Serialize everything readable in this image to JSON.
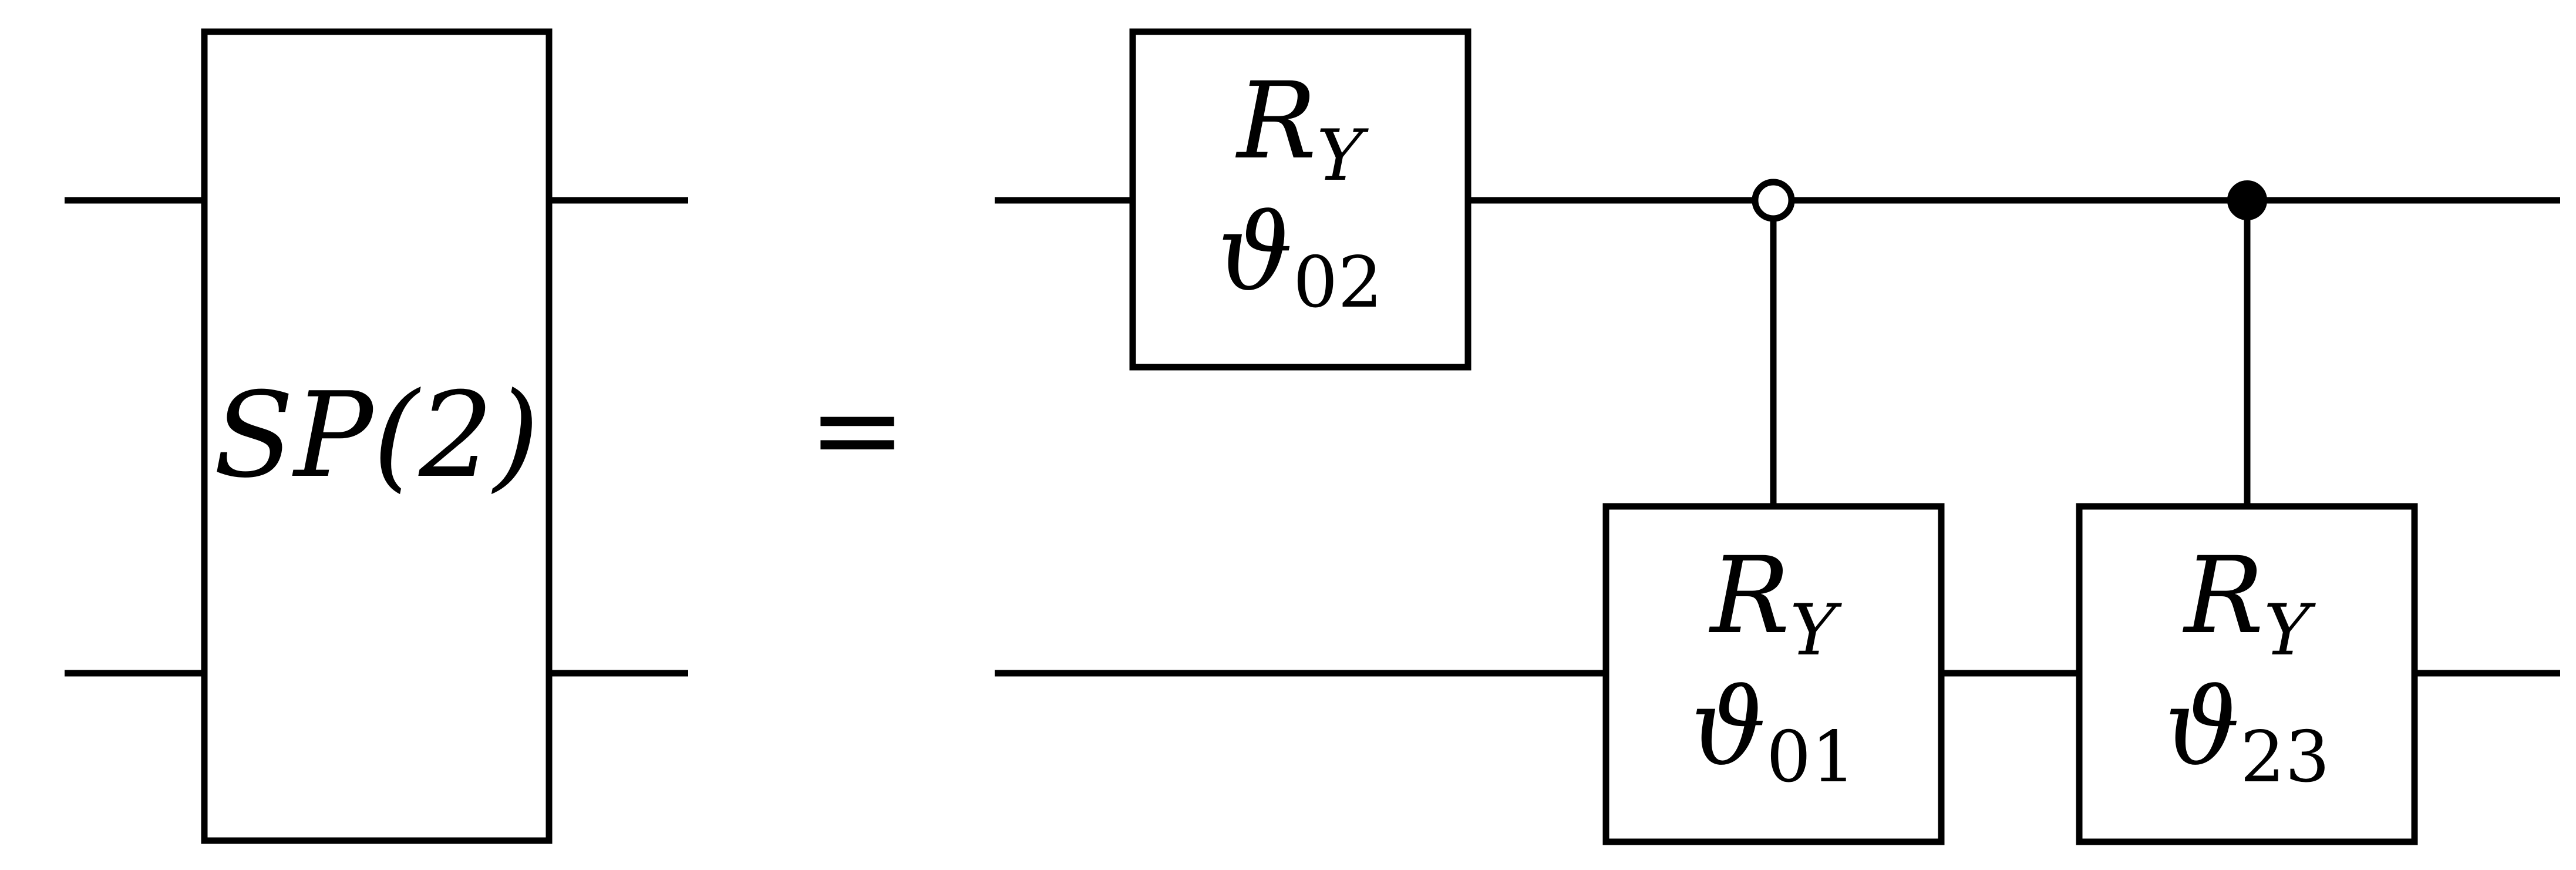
{
  "lhs_gate": {
    "label": "SP(2)"
  },
  "equals_sign": "=",
  "gates": [
    {
      "id": "g1",
      "name": "R",
      "name_sub": "Y",
      "param": "ϑ",
      "param_sub": "02"
    },
    {
      "id": "g2",
      "name": "R",
      "name_sub": "Y",
      "param": "ϑ",
      "param_sub": "01"
    },
    {
      "id": "g3",
      "name": "R",
      "name_sub": "Y",
      "param": "ϑ",
      "param_sub": "23"
    }
  ]
}
